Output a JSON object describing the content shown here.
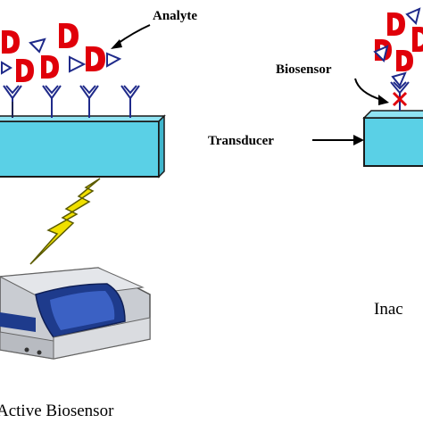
{
  "labels": {
    "analyte": "Analyte",
    "biosensor": "Biosensor",
    "transducer": "Transducer",
    "active_caption": "Active Biosensor",
    "inactive_caption_partial": "Inac"
  },
  "colors": {
    "transducer_fill": "#5ad0e6",
    "transducer_stroke": "#1a1a1a",
    "receptor_stroke": "#1f2a8a",
    "analyte_red": "#e0000a",
    "analyte_blue": "#1f2a8a",
    "lightning": "#f0e000",
    "blocked_mark": "#e0000a",
    "device_body": "#d8dade",
    "device_blue": "#1e3b8c"
  },
  "icons": {
    "active_receptor": "y-shaped-receptor",
    "blocked_receptor": "red-x-on-receptor",
    "signal": "lightning-bolt",
    "instrument": "spectrophotometer"
  }
}
